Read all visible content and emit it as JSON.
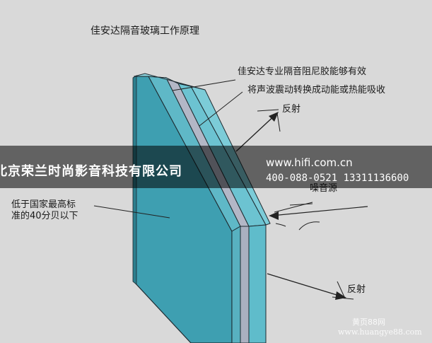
{
  "title": "佳安达隔音玻璃工作原理",
  "labels": {
    "damping_line1": "佳安达专业隔音阻尼胶能够有效",
    "damping_line2": "将声波震动转换成动能或热能吸收",
    "reflect_top": "反射",
    "noise_source": "噪音源",
    "below_line1": "低于国家最高标",
    "below_line2": "准的40分贝以下",
    "reflect_bottom": "反射"
  },
  "banner": {
    "company": "北京荣兰时尚影音科技有限公司",
    "url": "www.hifi.com.cn",
    "phone": "400-088-0521  13311136600"
  },
  "watermark": {
    "line1": "黄页88网",
    "line2": "www.huangye88.com"
  },
  "colors": {
    "background": "#d9d9d9",
    "glass_front": "#3e9fb1",
    "glass_side": "#6cc3d1",
    "glass_top": "#8fd5df",
    "interlayer": "#b3b7c6",
    "outline": "#1e2a30",
    "banner_text": "#ffffff"
  }
}
